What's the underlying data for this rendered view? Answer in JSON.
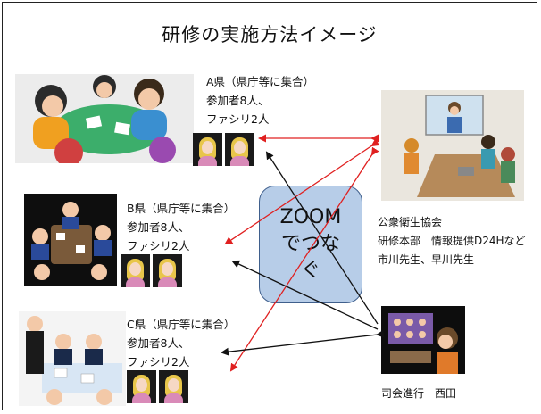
{
  "title": "研修の実施方法イメージ",
  "group_a": {
    "line1": "A県（県庁等に集合）",
    "line2": "参加者8人、",
    "line3": "ファシリ2人"
  },
  "group_b": {
    "line1": "B県（県庁等に集合）",
    "line2": "参加者8人、",
    "line3": "ファシリ2人"
  },
  "group_c": {
    "line1": "C県（県庁等に集合）",
    "line2": "参加者8人、",
    "line3": "ファシリ2人"
  },
  "zoom": {
    "line1": "ZOOM",
    "line2": "でつな",
    "line3": "ぐ"
  },
  "hq": {
    "line1": "公衆衛生協会",
    "line2": "研修本部　情報提供D24Hなど",
    "line3": "市川先生、早川先生"
  },
  "host": {
    "line1": "司会進行　西田"
  },
  "colors": {
    "arrow_red": "#e02020",
    "arrow_black": "#111111",
    "zoom_fill": "#b7cde8",
    "zoom_border": "#3f5f8c"
  }
}
